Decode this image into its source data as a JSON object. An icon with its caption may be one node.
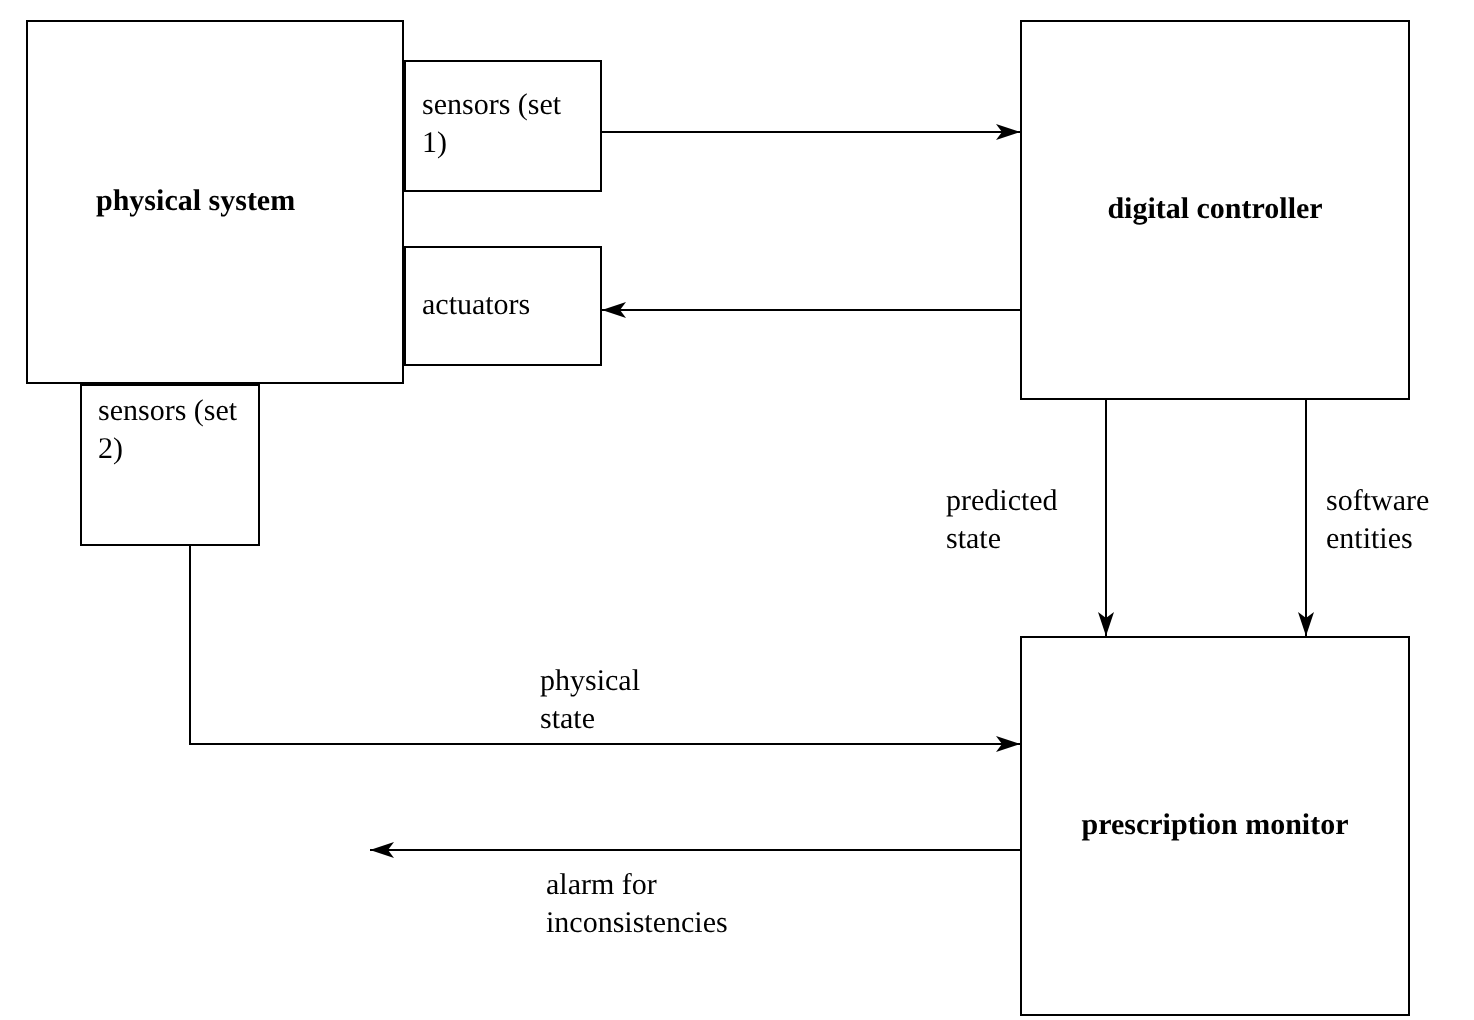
{
  "diagram": {
    "nodes": [
      {
        "text": [
          "physical system"
        ]
      },
      {
        "text": [
          "sensors (set 1)"
        ]
      },
      {
        "text": [
          "actuators"
        ]
      },
      {
        "text": [
          "sensors (set 2)"
        ]
      },
      {
        "text": [
          "digital controller"
        ]
      },
      {
        "text": [
          "prescription monitor"
        ]
      }
    ],
    "edges": [
      {
        "from": 1,
        "to": 4,
        "arrow": "to"
      },
      {
        "from": 4,
        "to": 2,
        "arrow": "to"
      },
      {
        "from": 4,
        "to": 5,
        "arrow": "to",
        "label": "predicted state"
      },
      {
        "from": 4,
        "to": 5,
        "arrow": "to",
        "label": "software entities"
      },
      {
        "from": 3,
        "to": 5,
        "arrow": "to",
        "label": "physical state"
      },
      {
        "from": 5,
        "to": null,
        "arrow": "to",
        "label": "alarm for inconsistencies"
      }
    ]
  }
}
